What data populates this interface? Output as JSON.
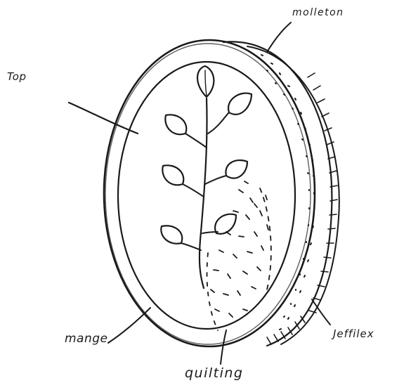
{
  "labels": {
    "top": "Top",
    "molleton": "molleton",
    "mange": "mange",
    "jeffilex": "Jeffilex",
    "quilting": "quilting"
  },
  "colors": {
    "ink": "#1a1a1a",
    "paper": "#ffffff"
  }
}
